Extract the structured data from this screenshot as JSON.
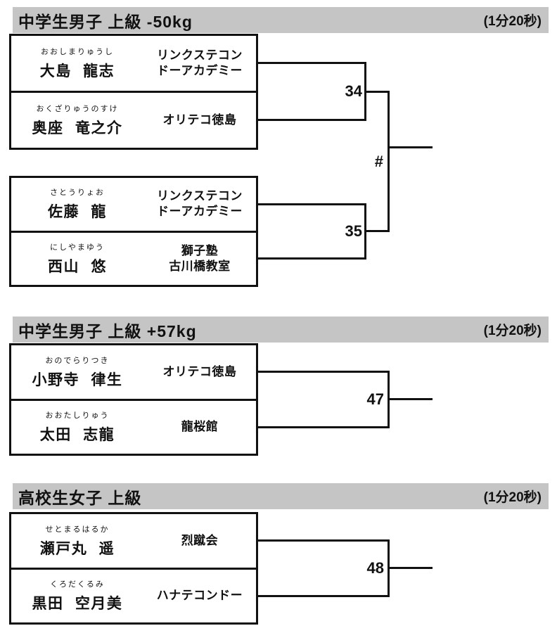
{
  "colors": {
    "header_bg": "#c5c5c5",
    "ink": "#111111"
  },
  "sections": [
    {
      "title": "中学生男子 上級 -50kg",
      "time": "(1分20秒)",
      "pairs": [
        {
          "p1": {
            "furigana": "おおしまりゅうし",
            "name": "大島 龍志",
            "club": "リンクステコン\nドーアカデミー"
          },
          "p2": {
            "furigana": "おくざりゅうのすけ",
            "name": "奥座 竜之介",
            "club": "オリテコ徳島"
          },
          "match_no": "34"
        },
        {
          "p1": {
            "furigana": "さとうりょお",
            "name": "佐藤 龍",
            "club": "リンクステコン\nドーアカデミー"
          },
          "p2": {
            "furigana": "にしやまゆう",
            "name": "西山 悠",
            "club": "獅子塾\n古川橋教室"
          },
          "match_no": "35"
        }
      ],
      "final_no": "#"
    },
    {
      "title": "中学生男子 上級 +57kg",
      "time": "(1分20秒)",
      "pairs": [
        {
          "p1": {
            "furigana": "おのでらりつき",
            "name": "小野寺 律生",
            "club": "オリテコ徳島"
          },
          "p2": {
            "furigana": "おおたしりゅう",
            "name": "太田 志龍",
            "club": "龍桜館"
          },
          "match_no": "47"
        }
      ]
    },
    {
      "title": "高校生女子 上級",
      "time": "(1分20秒)",
      "pairs": [
        {
          "p1": {
            "furigana": "せとまるはるか",
            "name": "瀬戸丸 遥",
            "club": "烈蹴会"
          },
          "p2": {
            "furigana": "くろだくるみ",
            "name": "黒田 空月美",
            "club": "ハナテコンドー"
          },
          "match_no": "48"
        }
      ]
    }
  ]
}
